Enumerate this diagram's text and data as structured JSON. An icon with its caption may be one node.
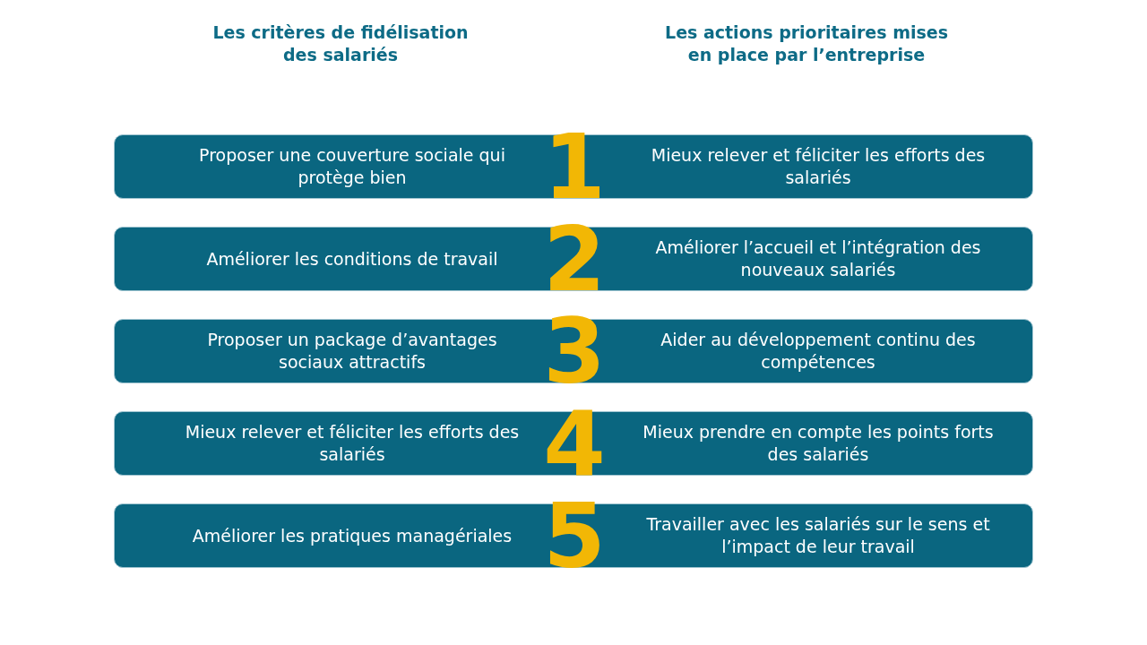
{
  "diagram": {
    "nodes": [
      {
        "text": [
          "Proposer une couverture sociale qui protège bien",
          "1",
          "Mieux relever et féliciter les efforts des salariés"
        ]
      },
      {
        "text": [
          "Améliorer les conditions de travail",
          "2",
          "Améliorer l’accueil et l’intégration des nouveaux salariés"
        ]
      },
      {
        "text": [
          "Proposer un package d’avantages sociaux attractifs",
          "3",
          "Aider au développement continu des compétences"
        ]
      },
      {
        "text": [
          "Mieux relever et féliciter les efforts des salariés",
          "4",
          "Mieux prendre en compte les points forts des salariés"
        ]
      },
      {
        "text": [
          "Améliorer les pratiques managériales",
          "5",
          "Travailler avec les salariés sur le sens et l’impact de leur travail"
        ]
      }
    ],
    "edges": [],
    "labels": [
      "Les critères de fidélisation des salariés",
      "Les actions prioritaires mises en place par l’entreprise"
    ]
  }
}
